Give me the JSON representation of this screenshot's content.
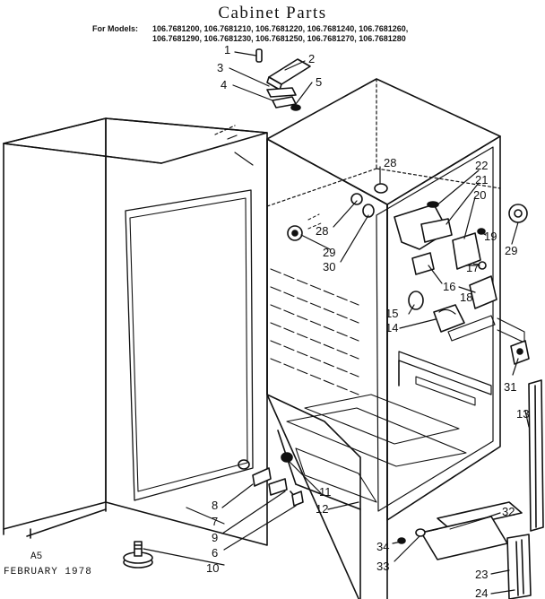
{
  "title": "Cabinet Parts",
  "models_label": "For Models:",
  "models_line1": "106.7681200, 106.7681210, 106.7681220, 106.7681240, 106.7681260,",
  "models_line2": "106.7681290, 106.7681230, 106.7681250, 106.7681270, 106.7681280",
  "part_numbers": {
    "p1": "1",
    "p2": "2",
    "p3": "3",
    "p4": "4",
    "p5": "5",
    "p6": "6",
    "p7": "7",
    "p8": "8",
    "p9": "9",
    "p10": "10",
    "p11": "11",
    "p12": "12",
    "p13": "13",
    "p14": "14",
    "p15": "15",
    "p16": "16",
    "p17": "17",
    "p18": "18",
    "p19": "19",
    "p20": "20",
    "p21": "21",
    "p22": "22",
    "p23": "23",
    "p24": "24",
    "p28a": "28",
    "p28b": "28",
    "p29a": "29",
    "p29b": "29",
    "p30": "30",
    "p31": "31",
    "p32": "32",
    "p33": "33",
    "p34": "34"
  },
  "footer_code": "A5",
  "footer_date": "FEBRUARY 1978"
}
